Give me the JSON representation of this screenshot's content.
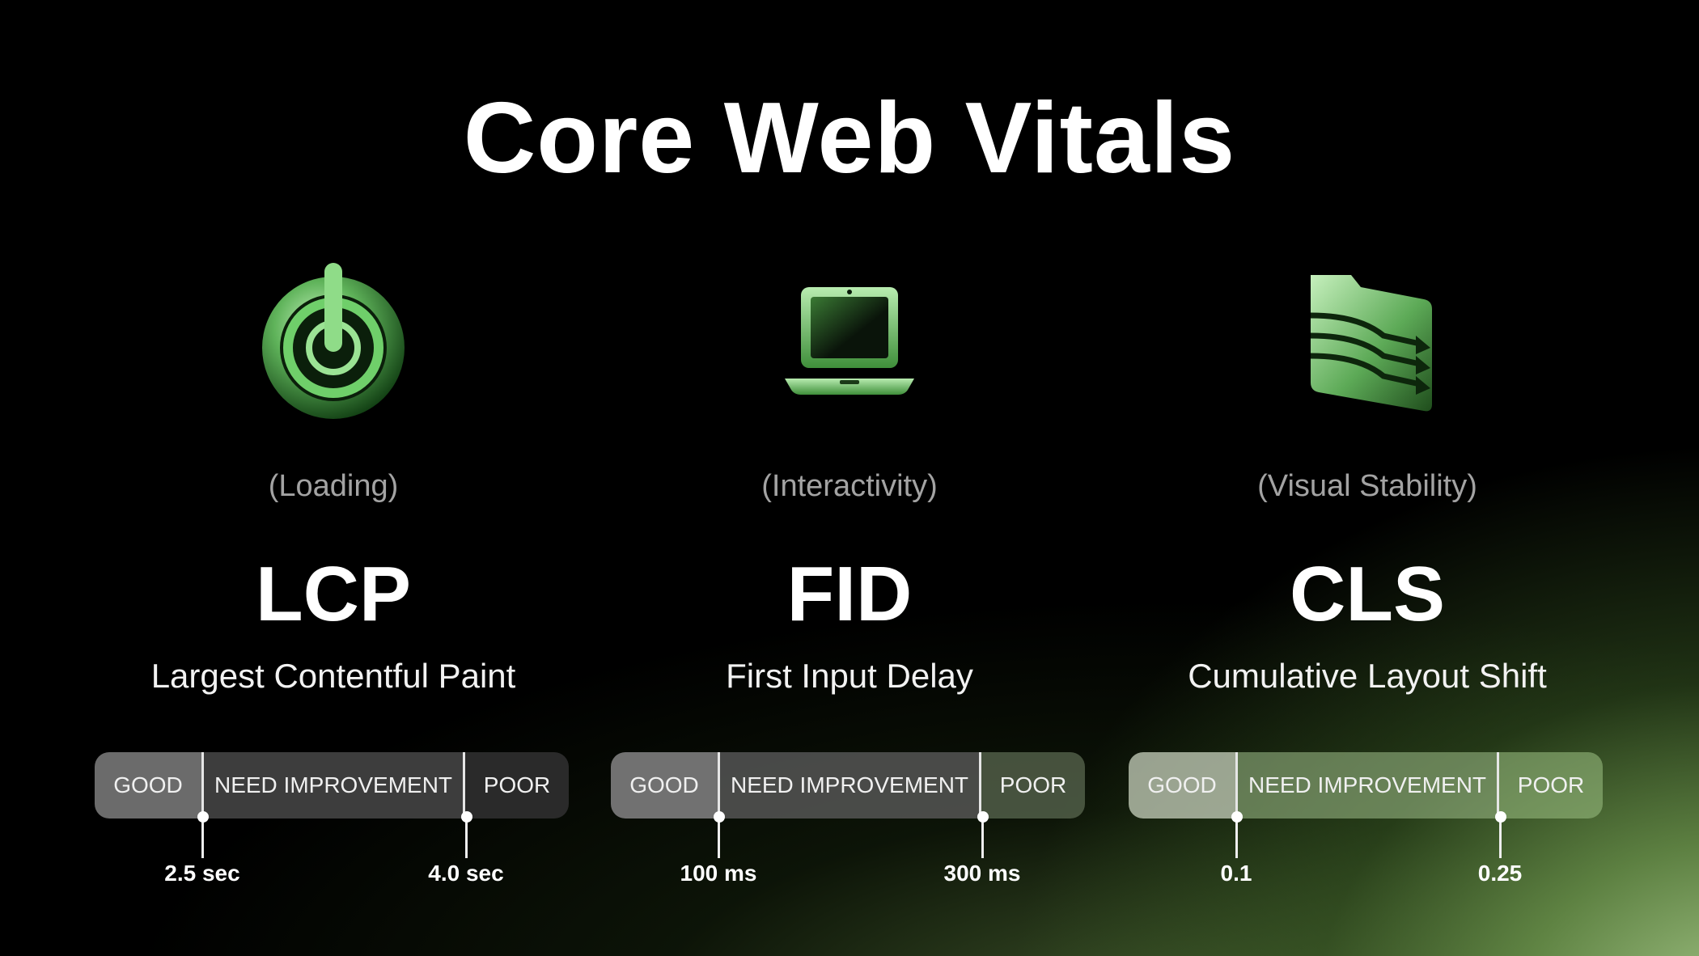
{
  "title": "Core Web Vitals",
  "metrics": [
    {
      "category": "(Loading)",
      "acronym": "LCP",
      "name": "Largest Contentful Paint",
      "icon": "power-button-icon",
      "segments": [
        "GOOD",
        "NEED IMPROVEMENT",
        "POOR"
      ],
      "thresholds": [
        "2.5 sec",
        "4.0 sec"
      ]
    },
    {
      "category": "(Interactivity)",
      "acronym": "FID",
      "name": "First Input Delay",
      "icon": "laptop-icon",
      "segments": [
        "GOOD",
        "NEED IMPROVEMENT",
        "POOR"
      ],
      "thresholds": [
        "100 ms",
        "300 ms"
      ]
    },
    {
      "category": "(Visual Stability)",
      "acronym": "CLS",
      "name": "Cumulative Layout Shift",
      "icon": "folder-shift-icon",
      "segments": [
        "GOOD",
        "NEED IMPROVEMENT",
        "POOR"
      ],
      "thresholds": [
        "0.1",
        "0.25"
      ]
    }
  ],
  "colors": {
    "background": "#000000",
    "accent_green": "#7fcf7a",
    "glow": "#a9cf8f"
  }
}
